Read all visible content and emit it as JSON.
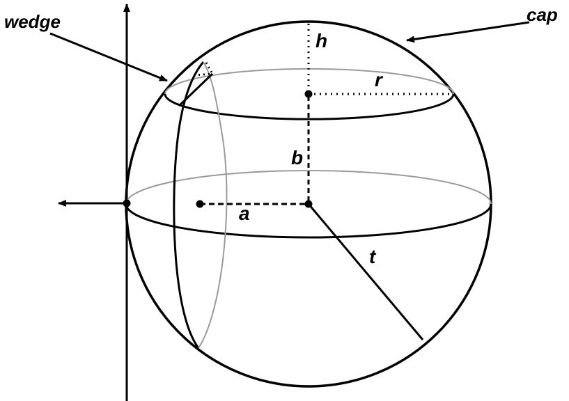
{
  "labels": {
    "wedge": "wedge",
    "cap": "cap",
    "h": "h",
    "r": "r",
    "b": "b",
    "a": "a",
    "t": "t"
  },
  "colors": {
    "ink": "#000000",
    "hidden": "#9a9a9a",
    "background": "#ffffff"
  }
}
